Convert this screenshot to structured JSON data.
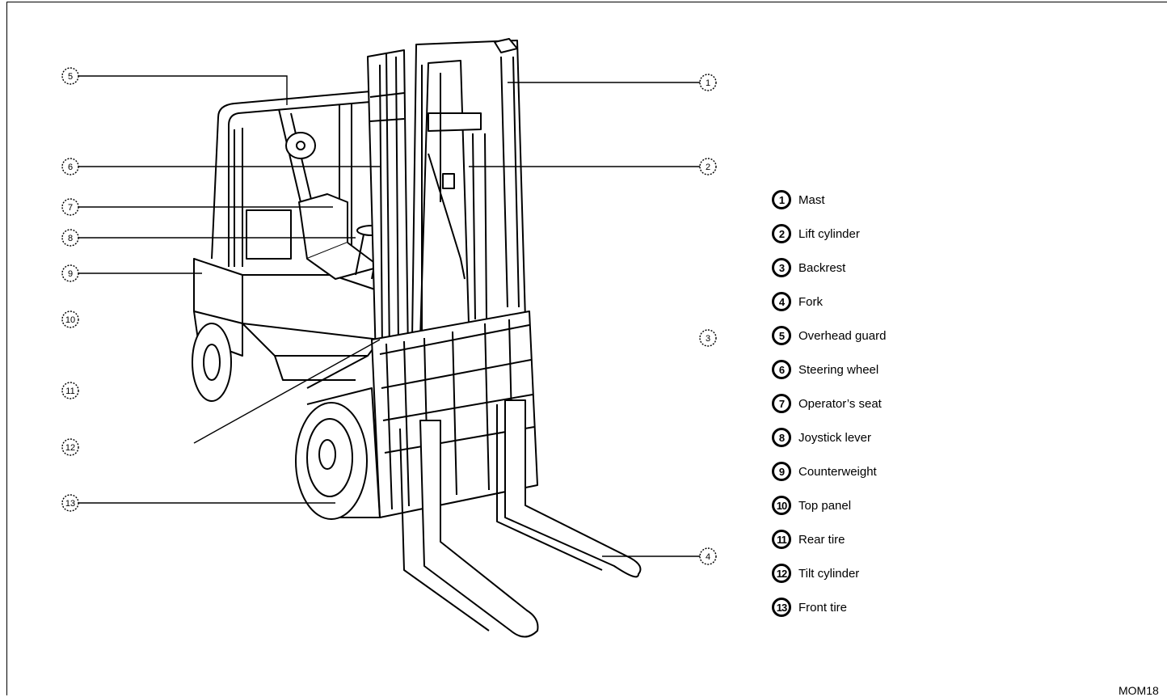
{
  "callouts": [
    "1",
    "2",
    "3",
    "4",
    "5",
    "6",
    "7",
    "8",
    "9",
    "10",
    "11",
    "12",
    "13"
  ],
  "legend": [
    {
      "number": "1",
      "label": "Mast"
    },
    {
      "number": "2",
      "label": "Lift cylinder"
    },
    {
      "number": "3",
      "label": "Backrest"
    },
    {
      "number": "4",
      "label": "Fork"
    },
    {
      "number": "5",
      "label": "Overhead guard"
    },
    {
      "number": "6",
      "label": "Steering wheel"
    },
    {
      "number": "7",
      "label": "Operator’s seat"
    },
    {
      "number": "8",
      "label": "Joystick lever"
    },
    {
      "number": "9",
      "label": "Counterweight"
    },
    {
      "number": "10",
      "label": "Top panel"
    },
    {
      "number": "11",
      "label": "Rear tire"
    },
    {
      "number": "12",
      "label": "Tilt cylinder"
    },
    {
      "number": "13",
      "label": "Front tire"
    }
  ],
  "doc_code": "MOM18"
}
